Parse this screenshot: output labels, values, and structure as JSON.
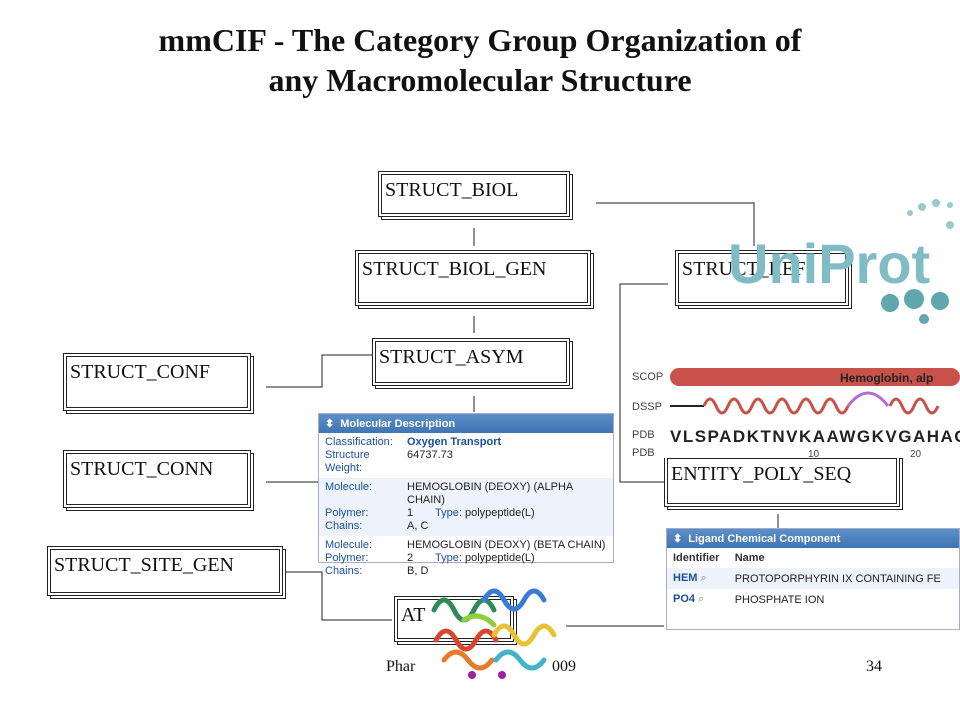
{
  "title": {
    "line1": "mmCIF - The Category Group Organization of",
    "line2": "any Macromolecular Structure"
  },
  "boxes": {
    "struct_biol": "STRUCT_BIOL",
    "struct_biol_gen": "STRUCT_BIOL_GEN",
    "struct_ref": "STRUCT_REF",
    "struct_asym": "STRUCT_ASYM",
    "struct_conf": "STRUCT_CONF",
    "struct_conn": "STRUCT_CONN",
    "struct_site_gen": "STRUCT_SITE_GEN",
    "entity_poly_seq": "ENTITY_POLY_SEQ",
    "atom_site": "AT"
  },
  "footer": {
    "left": "Phar",
    "mid": "009",
    "page": "34"
  },
  "molecular_description": {
    "header": "Molecular Description",
    "classification_label": "Classification:",
    "classification_value": "Oxygen Transport",
    "weight_label": "Structure Weight:",
    "weight_value": "64737.73",
    "mol1": {
      "molecule_label": "Molecule:",
      "molecule_value": "HEMOGLOBIN (DEOXY) (ALPHA CHAIN)",
      "polymer_label": "Polymer:",
      "polymer_value": "1",
      "type_label": "Type:",
      "type_value": "polypeptide(L)",
      "chains_label": "Chains:",
      "chains_value": "A, C"
    },
    "mol2": {
      "molecule_label": "Molecule:",
      "molecule_value": "HEMOGLOBIN (DEOXY) (BETA CHAIN)",
      "polymer_label": "Polymer:",
      "polymer_value": "2",
      "type_label": "Type:",
      "type_value": "polypeptide(L)",
      "chains_label": "Chains:",
      "chains_value": "B, D"
    }
  },
  "ligand": {
    "header": "Ligand Chemical Component",
    "col_identifier": "Identifier",
    "col_name": "Name",
    "rows": [
      {
        "id": "HEM",
        "name": "PROTOPORPHYRIN IX CONTAINING FE"
      },
      {
        "id": "PO4",
        "name": "PHOSPHATE ION"
      }
    ]
  },
  "sequence_panel": {
    "scop_label": "SCOP",
    "scop_value": "Hemoglobin, alp",
    "dssp_label": "DSSP",
    "pdb_label": "PDB",
    "pdb_label2": "PDB",
    "sequence": "VLSPADKTNVKAAWGKVGAHAGE",
    "tick_10": "10",
    "tick_20": "20"
  },
  "uniprot": {
    "logo_text": "UniProt"
  },
  "colors": {
    "panel_header": "#3f75b3",
    "uniprot_teal": "#5fa6ad",
    "scop_bar": "#c8524a",
    "helix": "#c8524a",
    "loop": "#b66bd0"
  }
}
